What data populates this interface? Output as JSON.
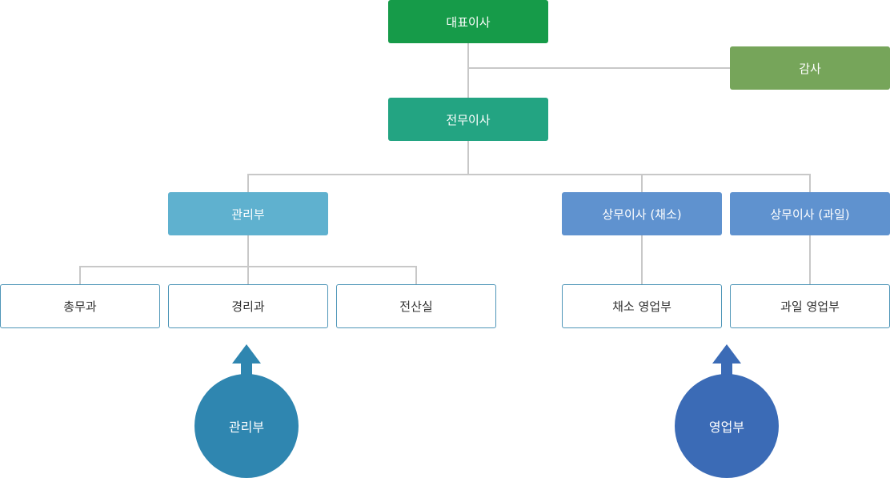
{
  "colors": {
    "ceo": "#169b49",
    "auditor": "#76a55a",
    "managing_director": "#23a482",
    "management_dept": "#5fb1cf",
    "sales_director": "#5f92cf",
    "outline": "#4f96b8",
    "connector": "#c8c8c8",
    "circle_management": "#2f86b0",
    "circle_sales": "#3b6bb6"
  },
  "nodes": {
    "ceo": "대표이사",
    "auditor": "감사",
    "managing_director": "전무이사",
    "management_dept": "관리부",
    "sales_director_vegetables": "상무이사 (채소)",
    "sales_director_fruits": "상무이사 (과일)",
    "general_affairs": "총무과",
    "accounting": "경리과",
    "it_office": "전산실",
    "vegetable_sales": "채소 영업부",
    "fruit_sales": "과일 영업부"
  },
  "groups": {
    "management": "관리부",
    "sales": "영업부"
  }
}
